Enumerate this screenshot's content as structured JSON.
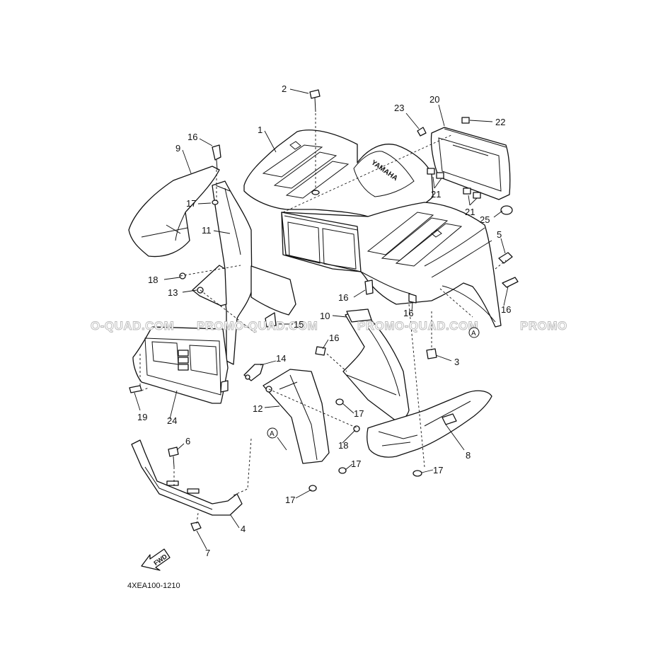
{
  "diagram": {
    "callouts": [
      {
        "id": "c2",
        "text": "2"
      },
      {
        "id": "c1",
        "text": "1"
      },
      {
        "id": "c23",
        "text": "23"
      },
      {
        "id": "c20",
        "text": "20"
      },
      {
        "id": "c22",
        "text": "22"
      },
      {
        "id": "c16a",
        "text": "16"
      },
      {
        "id": "c9",
        "text": "9"
      },
      {
        "id": "c17a",
        "text": "17"
      },
      {
        "id": "c21a",
        "text": "21"
      },
      {
        "id": "c21b",
        "text": "21"
      },
      {
        "id": "c25",
        "text": "25"
      },
      {
        "id": "c11",
        "text": "11"
      },
      {
        "id": "c5",
        "text": "5"
      },
      {
        "id": "c18a",
        "text": "18"
      },
      {
        "id": "c13",
        "text": "13"
      },
      {
        "id": "c16b",
        "text": "16"
      },
      {
        "id": "c16c",
        "text": "16"
      },
      {
        "id": "c16d",
        "text": "16"
      },
      {
        "id": "c10",
        "text": "10"
      },
      {
        "id": "c15",
        "text": "15"
      },
      {
        "id": "c16e",
        "text": "16"
      },
      {
        "id": "c3",
        "text": "3"
      },
      {
        "id": "c14",
        "text": "14"
      },
      {
        "id": "c12",
        "text": "12"
      },
      {
        "id": "c17b",
        "text": "17"
      },
      {
        "id": "c19",
        "text": "19"
      },
      {
        "id": "c24",
        "text": "24"
      },
      {
        "id": "c18b",
        "text": "18"
      },
      {
        "id": "c6",
        "text": "6"
      },
      {
        "id": "c8",
        "text": "8"
      },
      {
        "id": "c17c",
        "text": "17"
      },
      {
        "id": "c17d",
        "text": "17"
      },
      {
        "id": "c17e",
        "text": "17"
      },
      {
        "id": "c4",
        "text": "4"
      },
      {
        "id": "c7",
        "text": "7"
      }
    ],
    "reference_marks": [
      {
        "id": "refA1",
        "text": "A"
      },
      {
        "id": "refA2",
        "text": "A"
      }
    ],
    "watermarks": [
      {
        "id": "wm1",
        "text": "O-QUAD.COM"
      },
      {
        "id": "wm2",
        "text": "PROMO-QUAD.COM"
      },
      {
        "id": "wm3",
        "text": "PROMO-QUAD.COM"
      },
      {
        "id": "wm4",
        "text": "PROMO"
      }
    ],
    "fwd_label": "FWD",
    "brand_logo": "YAMAHA",
    "drawing_code": "4XEA100-1210"
  },
  "colors": {
    "line": "#111111",
    "watermark": "#b8b8b8",
    "background": "#ffffff"
  }
}
